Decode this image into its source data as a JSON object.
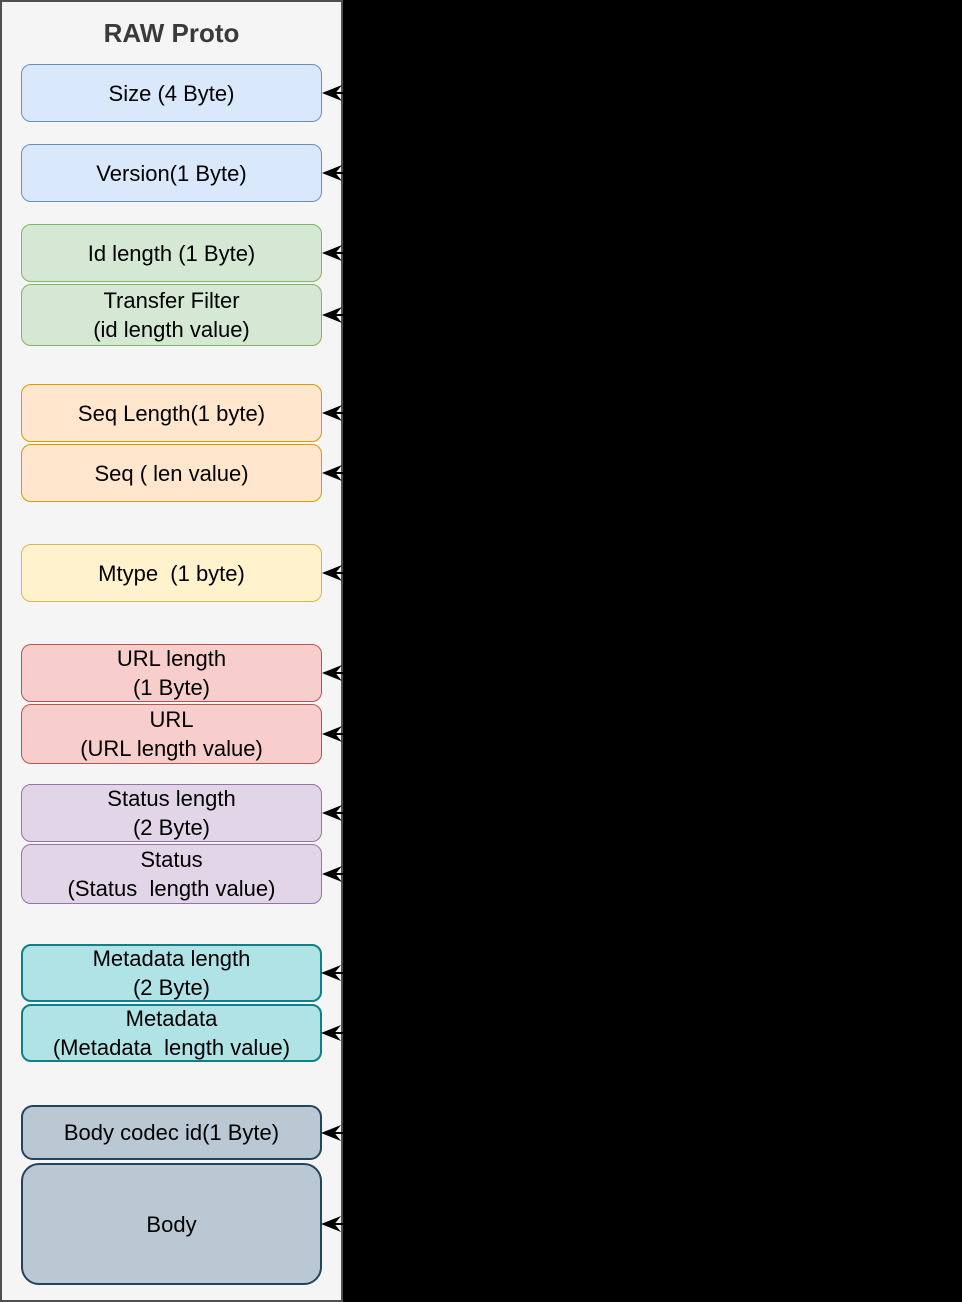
{
  "diagram": {
    "title": "RAW Proto",
    "panel_background": "#f5f5f5",
    "canvas_background": "#000000",
    "arrow_color": "#000000",
    "palette": {
      "blue": {
        "fill": "#dae8fc",
        "stroke": "#6c8ebf"
      },
      "green": {
        "fill": "#d5e8d4",
        "stroke": "#82b366"
      },
      "orange": {
        "fill": "#ffe6cc",
        "stroke": "#d79b00"
      },
      "yellow": {
        "fill": "#fff2cc",
        "stroke": "#d6b656"
      },
      "red": {
        "fill": "#f8cecc",
        "stroke": "#b85450"
      },
      "purple": {
        "fill": "#e1d5e7",
        "stroke": "#9673a6"
      },
      "teal": {
        "fill": "#b0e3e6",
        "stroke": "#0e8088"
      },
      "slate": {
        "fill": "#bac8d3",
        "stroke": "#23445d"
      }
    },
    "fields": [
      {
        "label": "Size (4 Byte)",
        "color": "blue"
      },
      {
        "label": "Version(1 Byte)",
        "color": "blue"
      },
      {
        "label": "Id length (1 Byte)",
        "color": "green"
      },
      {
        "label": "Transfer Filter\n(id length value)",
        "color": "green"
      },
      {
        "label": "Seq Length(1 byte)",
        "color": "orange"
      },
      {
        "label": "Seq ( len value)",
        "color": "orange"
      },
      {
        "label": "Mtype  (1 byte)",
        "color": "yellow"
      },
      {
        "label": "URL length\n(1 Byte)",
        "color": "red"
      },
      {
        "label": "URL\n(URL length value)",
        "color": "red"
      },
      {
        "label": "Status length\n(2 Byte)",
        "color": "purple"
      },
      {
        "label": "Status\n(Status  length value)",
        "color": "purple"
      },
      {
        "label": "Metadata length\n(2 Byte)",
        "color": "teal"
      },
      {
        "label": "Metadata\n(Metadata  length value)",
        "color": "teal"
      },
      {
        "label": "Body codec id(1 Byte)",
        "color": "slate"
      },
      {
        "label": "Body",
        "color": "slate"
      }
    ]
  }
}
